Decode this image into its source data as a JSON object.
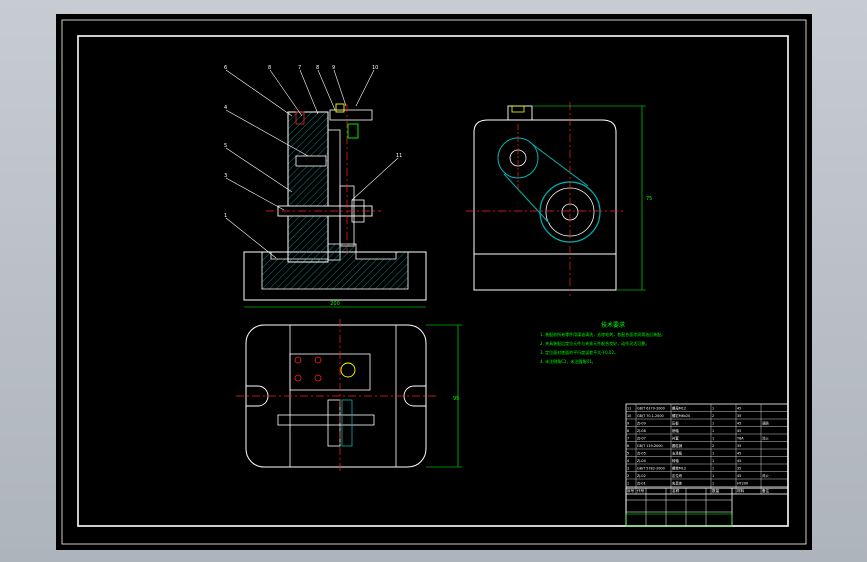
{
  "drawing": {
    "colors": {
      "background": "#000000",
      "frame": "#ffffff",
      "outline": "#ffffff",
      "hatch": "#00b4b4",
      "centerline": "#ff2020",
      "dimension": "#00ff00",
      "highlight": "#ffff00",
      "notes": "#00ff00",
      "titleblock_line": "#ffffff"
    },
    "balloons": [
      "6",
      "8",
      "7",
      "8",
      "9",
      "10",
      "4",
      "5",
      "3",
      "1",
      "11"
    ],
    "dimensions": {
      "front_width": "200",
      "side_height": "75",
      "top_height": "95"
    },
    "notes": {
      "title": "技术要求",
      "lines": [
        "1. 装配前所有零件用煤油清洗，去除毛刺，各配合面涂润滑油后装配。",
        "2. 夹具装配后定位元件与夹紧元件配合良好，动作灵活可靠。",
        "3. 定位面对底面的平行度误差不大于0.02。",
        "4. 未注倒角C1，未注圆角R1。"
      ]
    },
    "parts_list": [
      [
        "11",
        "GB/T 6170-2000",
        "螺母M12",
        "1",
        "45",
        ""
      ],
      [
        "10",
        "GB/T 70.1-2000",
        "螺钉M6x20",
        "2",
        "35",
        ""
      ],
      [
        "9",
        "ZJ-09",
        "压板",
        "1",
        "45",
        "调质"
      ],
      [
        "8",
        "ZJ-08",
        "销轴",
        "1",
        "45",
        ""
      ],
      [
        "7",
        "ZJ-07",
        "衬套",
        "1",
        "T8A",
        "淬火"
      ],
      [
        "6",
        "GB/T 119-2000",
        "圆柱销",
        "2",
        "35",
        ""
      ],
      [
        "5",
        "ZJ-05",
        "支承板",
        "1",
        "45",
        ""
      ],
      [
        "4",
        "ZJ-04",
        "转轴",
        "1",
        "45",
        ""
      ],
      [
        "3",
        "GB/T 5782-2000",
        "螺栓M12",
        "1",
        "35",
        ""
      ],
      [
        "2",
        "ZJ-02",
        "定位块",
        "1",
        "45",
        "淬火"
      ],
      [
        "1",
        "ZJ-01",
        "夹具体",
        "1",
        "HT200",
        ""
      ]
    ],
    "parts_header": [
      "序号",
      "代号",
      "名称",
      "数量",
      "材料",
      "备注"
    ]
  }
}
